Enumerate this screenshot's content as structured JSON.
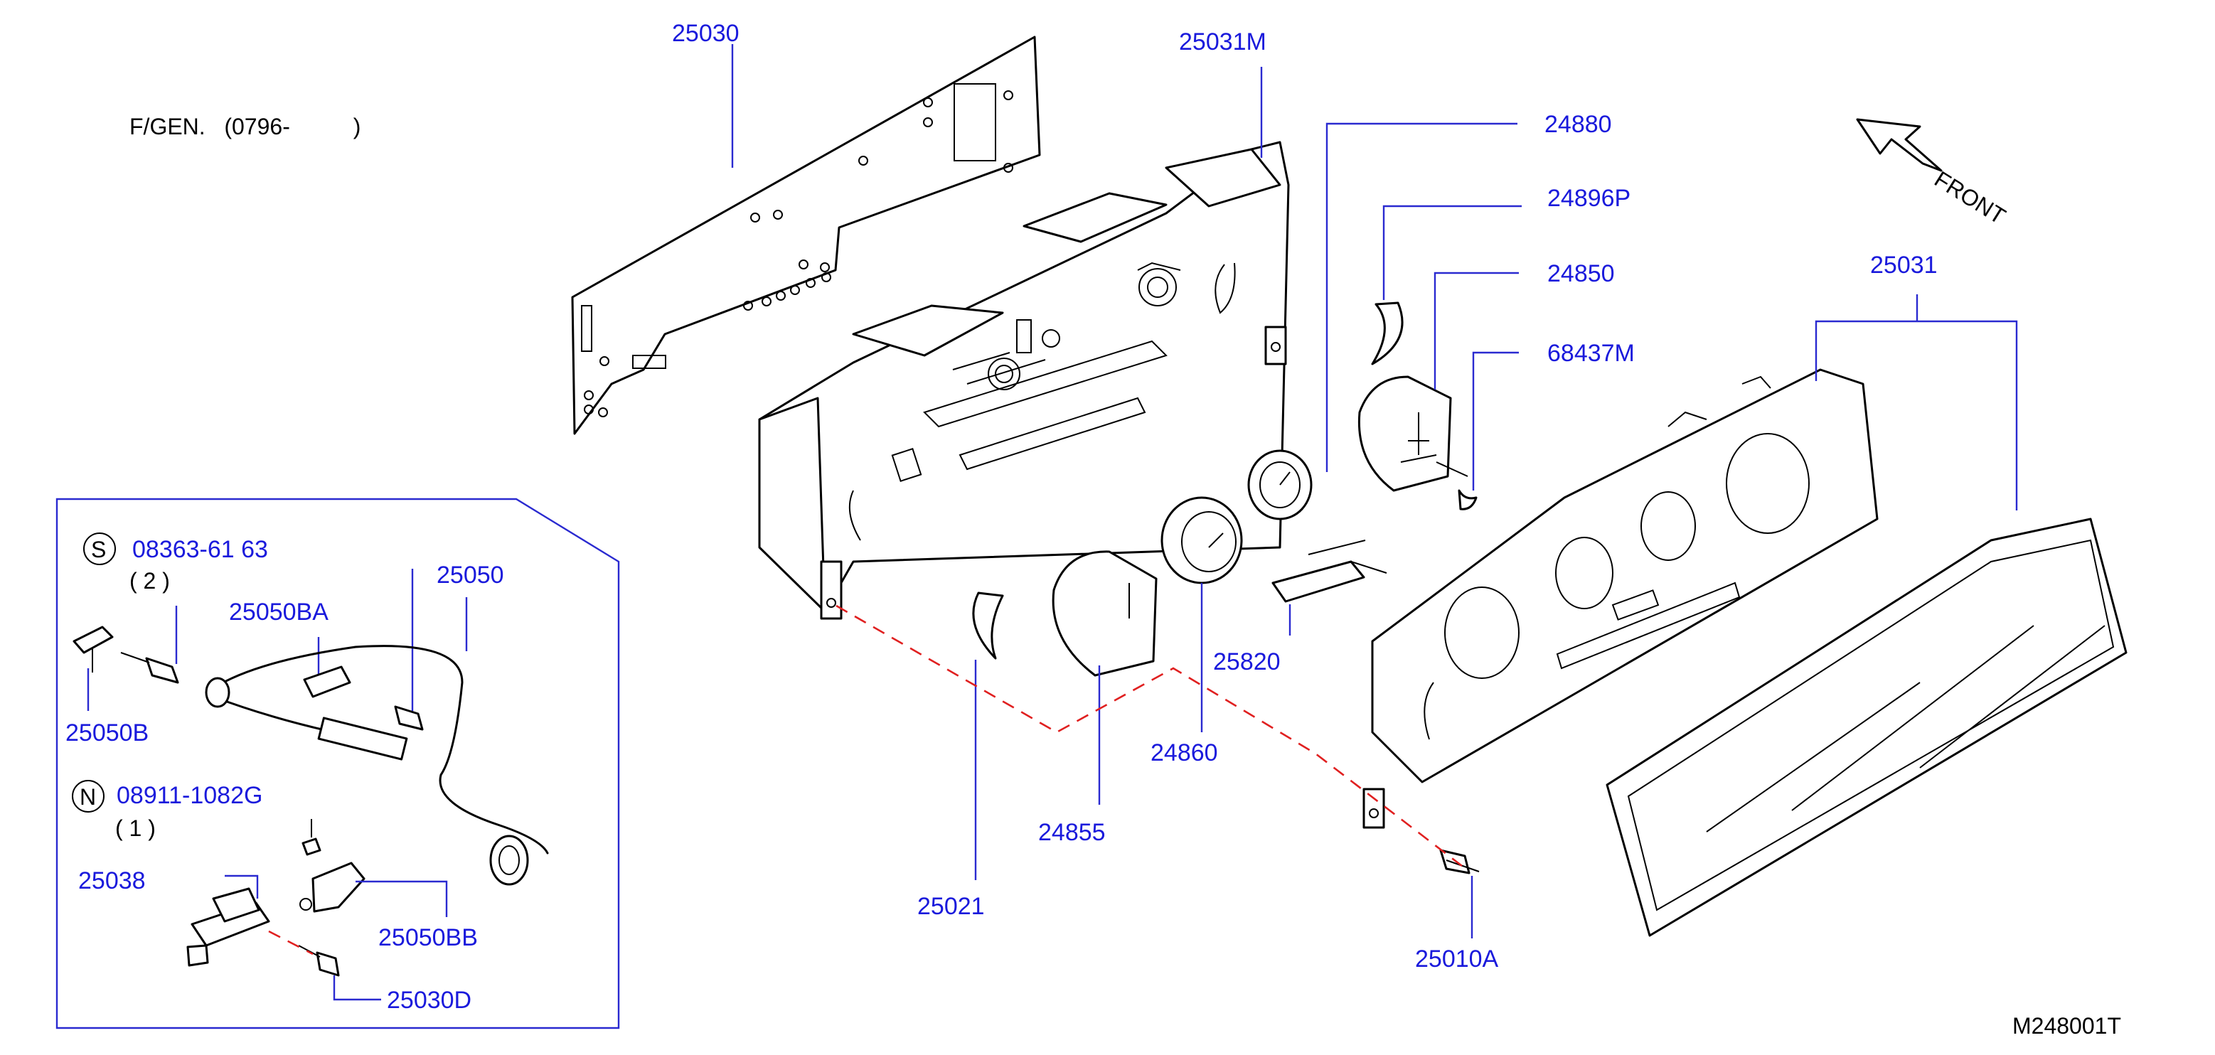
{
  "header": {
    "model_note": "F/GEN.   (0796-          )"
  },
  "front_label": "FRONT",
  "figure_code": "M248001T",
  "callouts": {
    "p25030": "25030",
    "p25031M": "25031M",
    "p24880": "24880",
    "p24896P": "24896P",
    "p24850": "24850",
    "p68437M": "68437M",
    "p25031": "25031",
    "p25820": "25820",
    "p24860": "24860",
    "p24855": "24855",
    "p25021": "25021",
    "p25010A": "25010A"
  },
  "inset": {
    "symbol_s": "S",
    "screw_s_code": "08363-61 63",
    "screw_s_qty": "( 2 )",
    "symbol_n": "N",
    "nut_n_code": "08911-1082G",
    "nut_n_qty": "( 1 )",
    "p25050": "25050",
    "p25050BA": "25050BA",
    "p25050B": "25050B",
    "p25038": "25038",
    "p25050BB": "25050BB",
    "p25030D": "25030D"
  }
}
